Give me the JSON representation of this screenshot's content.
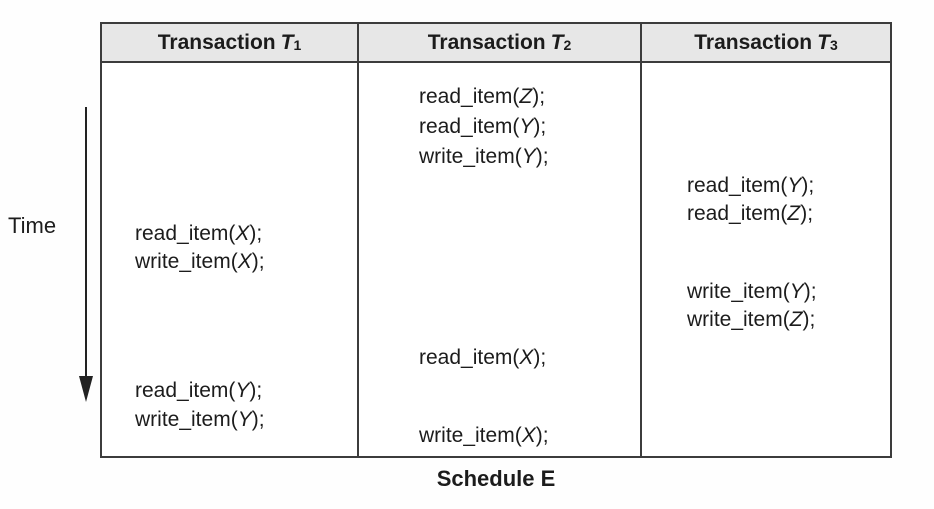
{
  "time_axis": {
    "label": "Time"
  },
  "caption": "Schedule E",
  "colors": {
    "header_bg": "#e7e7e7",
    "border": "#3c3c3c",
    "text": "#1c1c1c"
  },
  "table": {
    "columns": [
      {
        "header": {
          "prefix": "Transaction",
          "symbol": "T",
          "sub": "1"
        },
        "operations": [
          {
            "step": 6,
            "text": "read_item(X);"
          },
          {
            "step": 7,
            "text": "write_item(X);"
          },
          {
            "step": 11,
            "text": "read_item(Y);"
          },
          {
            "step": 12,
            "text": "write_item(Y);"
          }
        ]
      },
      {
        "header": {
          "prefix": "Transaction",
          "symbol": "T",
          "sub": "2"
        },
        "operations": [
          {
            "step": 1,
            "text": "read_item(Z);"
          },
          {
            "step": 2,
            "text": "read_item(Y);"
          },
          {
            "step": 3,
            "text": "write_item(Y);"
          },
          {
            "step": 10,
            "text": "read_item(X);"
          },
          {
            "step": 13,
            "text": "write_item(X);"
          }
        ]
      },
      {
        "header": {
          "prefix": "Transaction",
          "symbol": "T",
          "sub": "3"
        },
        "operations": [
          {
            "step": 4,
            "text": "read_item(Y);"
          },
          {
            "step": 5,
            "text": "read_item(Z);"
          },
          {
            "step": 8,
            "text": "write_item(Y);"
          },
          {
            "step": 9,
            "text": "write_item(Z);"
          }
        ]
      }
    ]
  }
}
